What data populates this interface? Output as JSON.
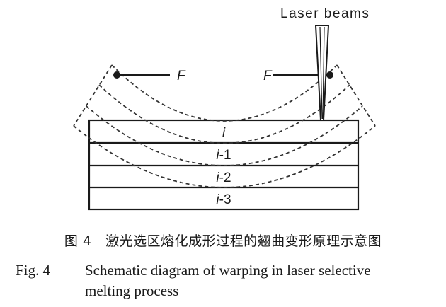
{
  "diagram": {
    "laser_label": "Laser beams",
    "force_left": "F",
    "force_right": "F",
    "layers": [
      {
        "base": "i",
        "suffix": ""
      },
      {
        "base": "i",
        "suffix": "-1"
      },
      {
        "base": "i",
        "suffix": "-2"
      },
      {
        "base": "i",
        "suffix": "-3"
      }
    ]
  },
  "caption": {
    "zh_number": "图 4",
    "zh_text": "激光选区熔化成形过程的翘曲变形原理示意图",
    "en_number": "Fig. 4",
    "en_line1": "Schematic diagram of warping in laser selective",
    "en_line2": "melting process"
  },
  "colors": {
    "ink": "#1a1a1a",
    "dash": "#333333"
  }
}
